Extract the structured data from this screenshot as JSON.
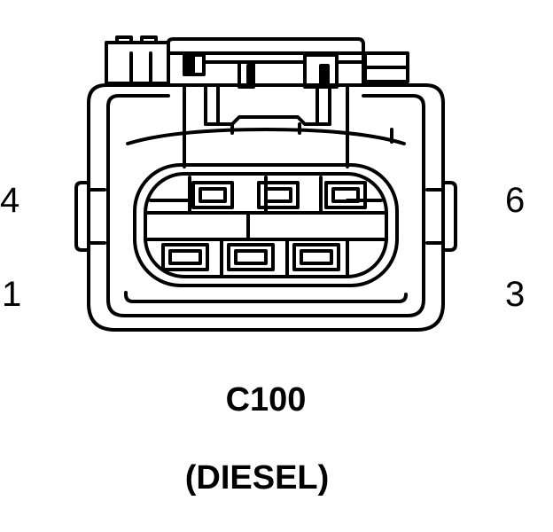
{
  "connector": {
    "id": "C100",
    "variant": "(DIESEL)"
  },
  "pin_labels": {
    "top_left": "4",
    "bottom_left": "1",
    "top_right": "6",
    "bottom_right": "3"
  },
  "colors": {
    "line": "#000000",
    "background": "#ffffff"
  }
}
